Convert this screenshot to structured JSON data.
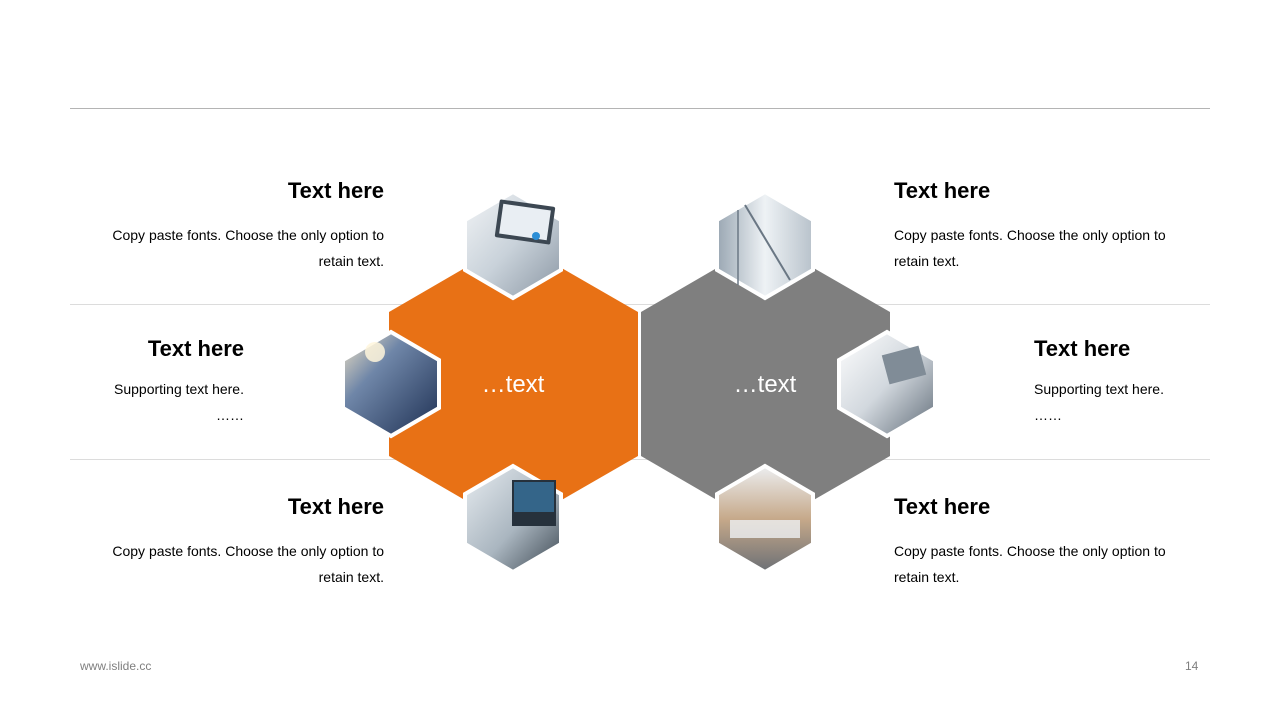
{
  "slide": {
    "page_number": "14",
    "footer_url": "www.islide.cc"
  },
  "colors": {
    "accent": "#E87115",
    "secondary": "#7F7F7F",
    "divider": "#D9D9D9",
    "text": "#000000"
  },
  "hexes": {
    "left": {
      "label": "…text"
    },
    "right": {
      "label": "…text"
    }
  },
  "images": [
    {
      "name": "laptop-analytics-photo"
    },
    {
      "name": "skyscraper-photo"
    },
    {
      "name": "coffee-laptop-photo"
    },
    {
      "name": "glass-corridor-photo"
    },
    {
      "name": "desk-laptop-photo"
    },
    {
      "name": "city-handshake-photo"
    }
  ],
  "items": {
    "left_top": {
      "title": "Text here",
      "line1": "Copy paste fonts. Choose the only option to",
      "line2": "retain text."
    },
    "left_mid": {
      "title": "Text here",
      "line1": "Supporting text here.",
      "line2": "……"
    },
    "left_bottom": {
      "title": "Text here",
      "line1": "Copy paste fonts. Choose the only option to",
      "line2": "retain text."
    },
    "right_top": {
      "title": "Text here",
      "line1": "Copy paste fonts. Choose the only option to",
      "line2": "retain text."
    },
    "right_mid": {
      "title": "Text here",
      "line1": "Supporting text here.",
      "line2": "……"
    },
    "right_bottom": {
      "title": "Text here",
      "line1": "Copy paste fonts. Choose the only option to",
      "line2": "retain text."
    }
  }
}
